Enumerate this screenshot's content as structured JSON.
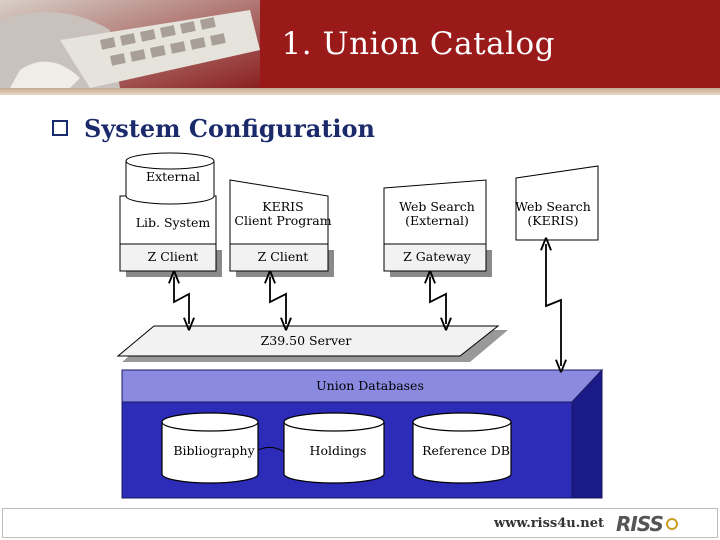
{
  "header": {
    "title": "1. Union Catalog"
  },
  "section": {
    "title": "System Configuration"
  },
  "diagram": {
    "external_label": "External",
    "lib_system": "Lib. System",
    "z_client_1": "Z Client",
    "keris_client_line1": "KERIS",
    "keris_client_line2": "Client Program",
    "z_client_2": "Z Client",
    "web_search_ext_line1": "Web Search",
    "web_search_ext_line2": "(External)",
    "z_gateway": "Z Gateway",
    "web_search_keris_line1": "Web Search",
    "web_search_keris_line2": "(KERIS)",
    "z3950_server": "Z39.50 Server",
    "union_databases": "Union Databases",
    "db_bibliography": "Bibliography",
    "db_holdings": "Holdings",
    "db_reference": "Reference DB"
  },
  "colors": {
    "header_bg": "#9a1a1a",
    "db_front": "#2c2cb8",
    "db_top": "#8a8ae0",
    "db_side": "#1a1a88",
    "title_blue": "#1b2a6b"
  },
  "footer": {
    "url": "www.riss4u.net",
    "logo": "RISS"
  }
}
